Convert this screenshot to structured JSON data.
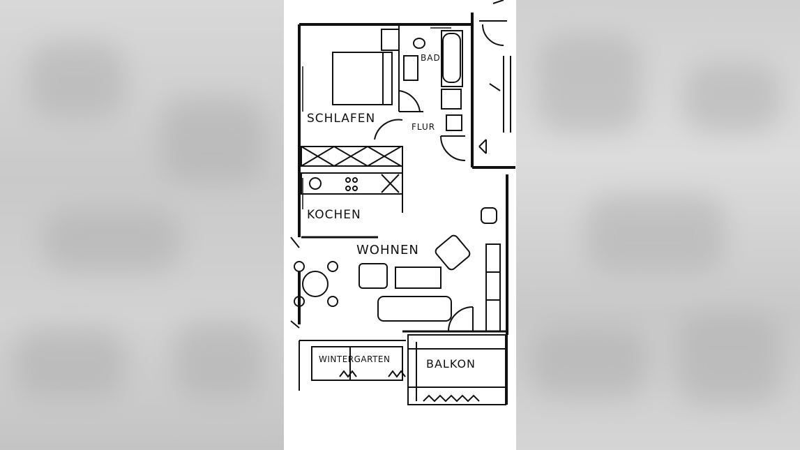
{
  "plan": {
    "rooms": {
      "schlafen": "SCHLAFEN",
      "bad": "BAD",
      "flur": "FLUR",
      "kochen": "KOCHEN",
      "wohnen": "WOHNEN",
      "wintergarten": "WINTERGARTEN",
      "balkon": "BALKON"
    }
  },
  "colors": {
    "ink": "#111111",
    "paper": "#ffffff",
    "background_blur": "#bdbdbd"
  }
}
